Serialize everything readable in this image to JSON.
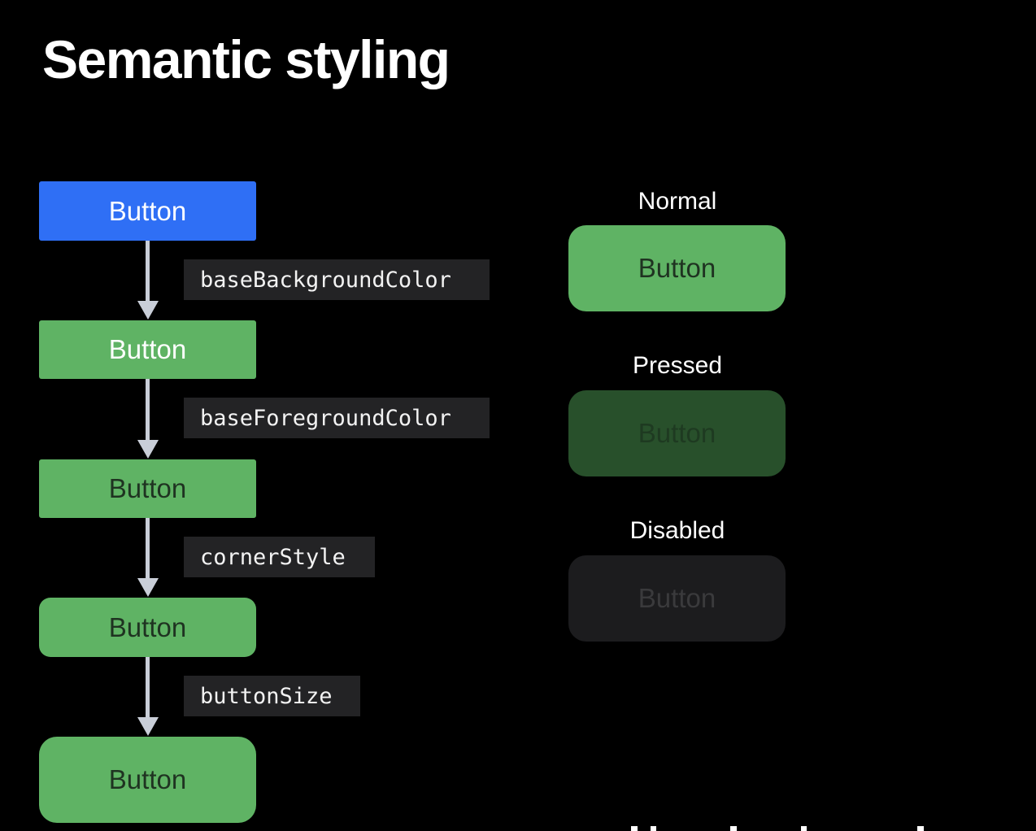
{
  "title": "Semantic styling",
  "colors": {
    "background": "#000000",
    "accent_blue": "#2f6ff5",
    "green": "#5fb364",
    "green_text": "#1f3321",
    "pressed_bg": "#28502b",
    "pressed_text": "#1e3a21",
    "disabled_bg": "#1c1c1e",
    "disabled_text": "#3a3a3c",
    "tag_bg": "#232325",
    "arrow": "#c9ced8"
  },
  "chain": {
    "buttons": [
      {
        "label": "Button",
        "style": "system-blue"
      },
      {
        "label": "Button",
        "style": "green-white-text"
      },
      {
        "label": "Button",
        "style": "green-dark-text"
      },
      {
        "label": "Button",
        "style": "green-dark-text-rounded"
      },
      {
        "label": "Button",
        "style": "green-dark-text-large"
      }
    ],
    "properties": [
      "baseBackgroundColor",
      "baseForegroundColor",
      "cornerStyle",
      "buttonSize"
    ]
  },
  "states": [
    {
      "label": "Normal",
      "button_label": "Button"
    },
    {
      "label": "Pressed",
      "button_label": "Button"
    },
    {
      "label": "Disabled",
      "button_label": "Button"
    }
  ]
}
